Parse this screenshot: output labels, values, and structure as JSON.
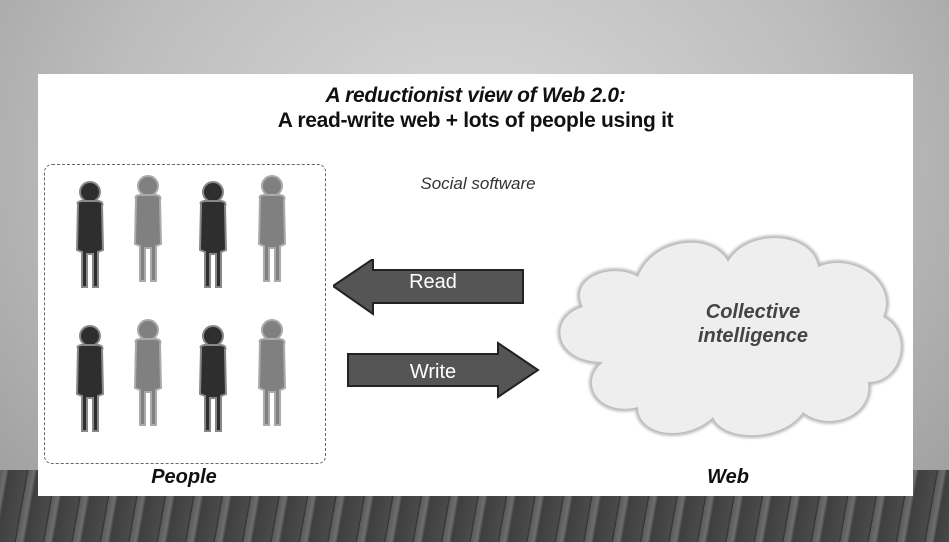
{
  "slide": {
    "title_line1": "A reductionist view of Web 2.0:",
    "title_line2": "A read-write web + lots of people using it",
    "social_label": "Social software",
    "read_label": "Read",
    "write_label": "Write",
    "cloud_label_line1": "Collective",
    "cloud_label_line2": "intelligence",
    "people_label": "People",
    "web_label": "Web"
  },
  "colors": {
    "dark_figure": "#2e2e2e",
    "light_figure": "#808080",
    "arrow_fill": "#555555",
    "cloud_fill": "#eeeeee"
  },
  "icons": [
    "person-dark-icon",
    "person-light-icon",
    "left-arrow-icon",
    "right-arrow-icon",
    "cloud-icon"
  ]
}
